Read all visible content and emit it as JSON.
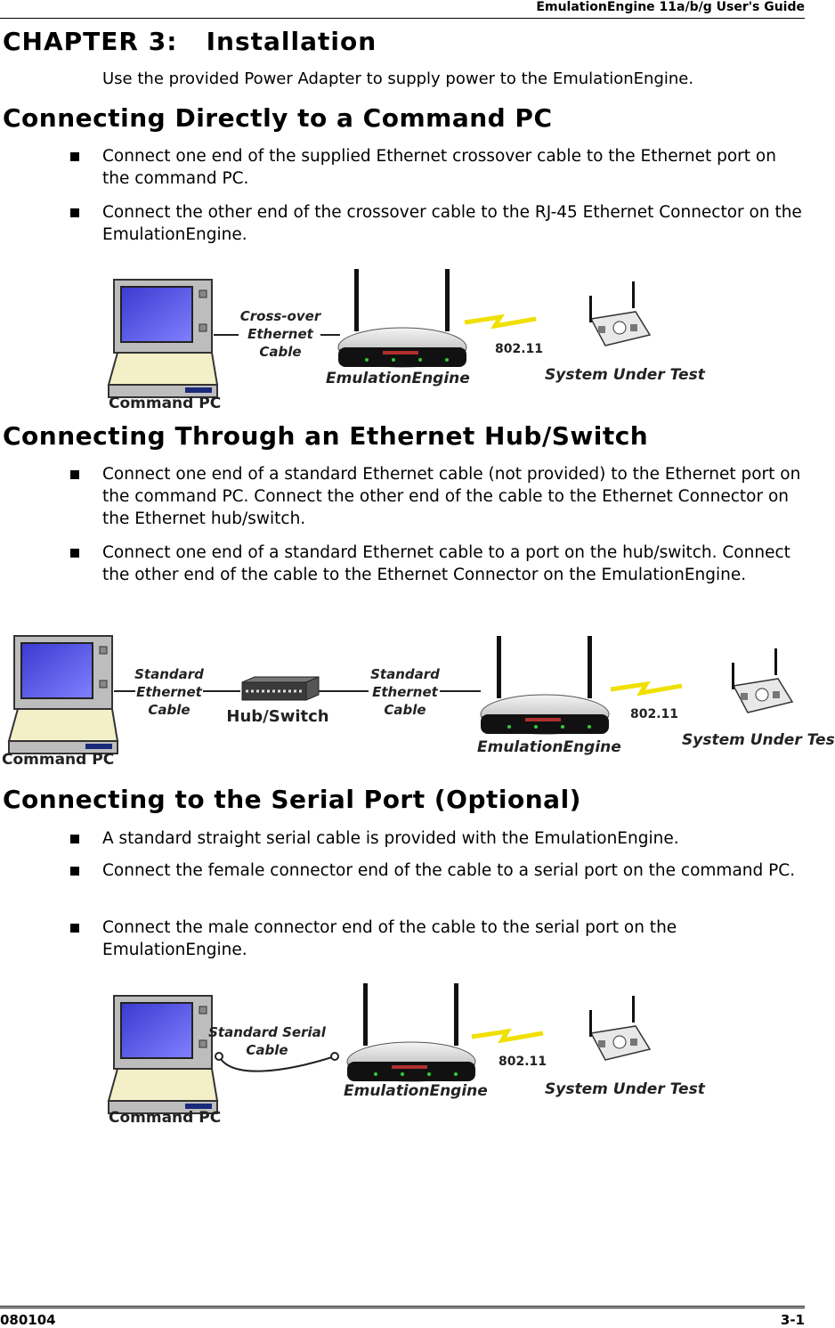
{
  "header": {
    "title": "EmulationEngine 11a/b/g User's Guide"
  },
  "chapter": {
    "title": "CHAPTER 3:   Installation",
    "intro": "Use the provided Power Adapter to supply power to the EmulationEngine."
  },
  "sections": [
    {
      "heading": "Connecting Directly to a Command PC",
      "bullets": [
        "Connect one end of the supplied Ethernet crossover cable to the Ethernet port on the command PC.",
        "Connect the other end of the crossover cable to the RJ-45 Ethernet Connector on the EmulationEngine."
      ],
      "figure": {
        "pc_label": "Command PC",
        "cable_label": [
          "Cross-over",
          "Ethernet",
          "Cable"
        ],
        "engine_label": "EmulationEngine",
        "wireless_label": "802.11",
        "sut_label": "System Under Test"
      }
    },
    {
      "heading": "Connecting Through an Ethernet Hub/Switch",
      "bullets": [
        "Connect one end of a standard Ethernet cable (not provided) to the Ethernet port on the command PC. Connect the other end of the cable to the Ethernet Connector on the Ethernet hub/switch.",
        "Connect one end of a standard Ethernet cable to a port on the hub/switch. Connect the other end of the cable to the Ethernet Connector on the EmulationEngine."
      ],
      "figure": {
        "pc_label": "Command PC",
        "cable1_label": [
          "Standard",
          "Ethernet",
          "Cable"
        ],
        "hub_label": "Hub/Switch",
        "cable2_label": [
          "Standard",
          "Ethernet",
          "Cable"
        ],
        "engine_label": "EmulationEngine",
        "wireless_label": "802.11",
        "sut_label": "System Under Test"
      }
    },
    {
      "heading": "Connecting to the Serial Port (Optional)",
      "bullets": [
        "A standard straight serial cable is provided with the EmulationEngine.",
        "Connect the female connector end of the cable to a serial port on the command PC.",
        "Connect the male connector end of the cable to the serial port on the EmulationEngine."
      ],
      "figure": {
        "pc_label": "Command PC",
        "cable_label": [
          "Standard Serial",
          "Cable"
        ],
        "engine_label": "EmulationEngine",
        "wireless_label": "802.11",
        "sut_label": "System Under Test"
      }
    }
  ],
  "footer": {
    "left": "080104",
    "right": "3-1"
  }
}
